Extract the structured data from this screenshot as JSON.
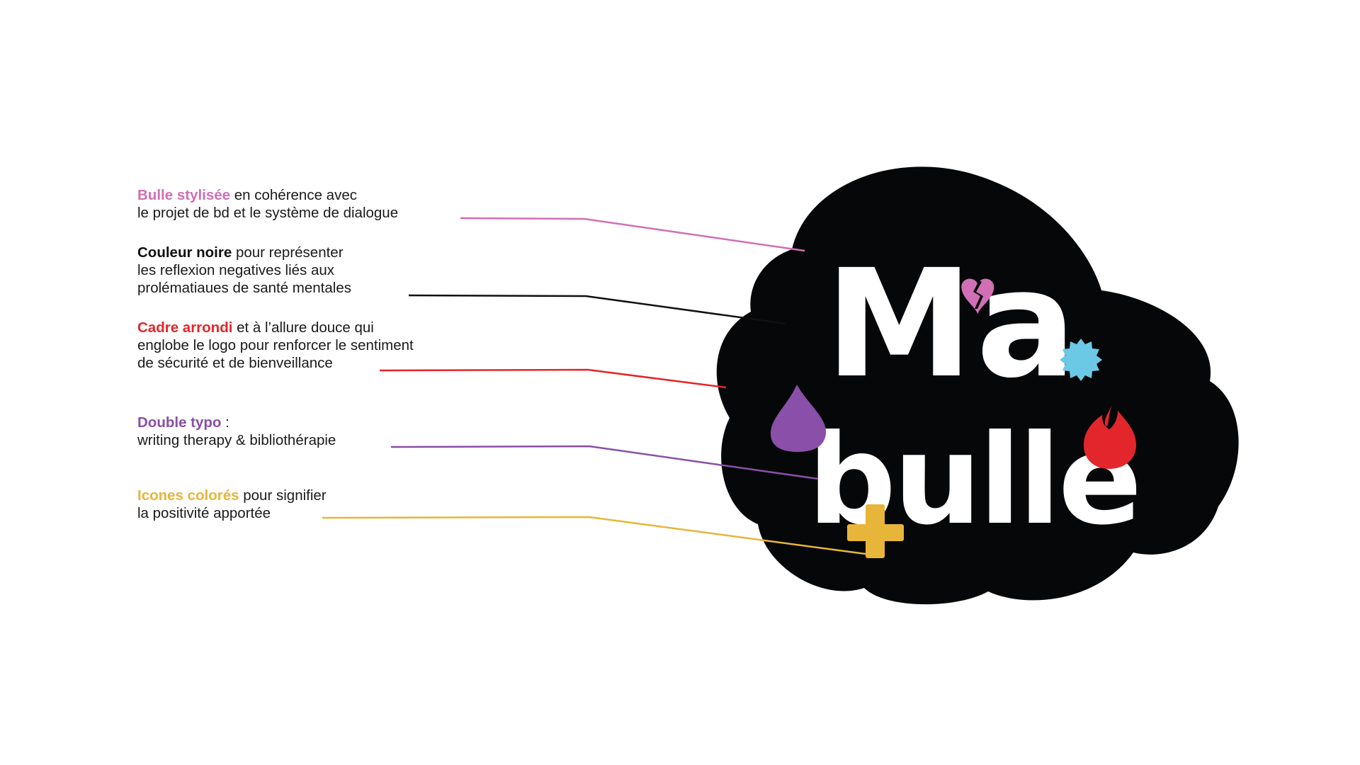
{
  "colors": {
    "pink": "#d06fb6",
    "black": "#101010",
    "red": "#e3262b",
    "purple": "#8a4fa8",
    "yellow": "#e7b53a",
    "blue": "#6cc9e6",
    "cloud": "#060708",
    "letters": "#ffffff"
  },
  "annotations": [
    {
      "highlight": "Bulle stylisée",
      "rest": " en cohérence avec",
      "lines": [
        "le projet de bd et le système de dialogue"
      ],
      "color_key": "pink"
    },
    {
      "highlight": "Couleur noire",
      "rest": " pour représenter",
      "lines": [
        "les reflexion negatives liés aux",
        "prolématiaues de santé mentales"
      ],
      "color_key": "black"
    },
    {
      "highlight": "Cadre arrondi",
      "rest": " et à l’allure douce qui",
      "lines": [
        "englobe le logo pour renforcer le sentiment",
        "de sécurité et de bienveillance"
      ],
      "color_key": "red"
    },
    {
      "highlight": "Double typo",
      "rest": " :",
      "lines": [
        "writing therapy & bibliothérapie"
      ],
      "color_key": "purple"
    },
    {
      "highlight": "Icones colorés",
      "rest": " pour signifier",
      "lines": [
        "la positivité apportée"
      ],
      "color_key": "yellow"
    }
  ],
  "logo": {
    "word1": "Ma",
    "word2": "bulle",
    "icons": [
      "broken-heart-icon",
      "sun-badge-icon",
      "drop-icon",
      "flame-icon",
      "plus-icon"
    ]
  }
}
